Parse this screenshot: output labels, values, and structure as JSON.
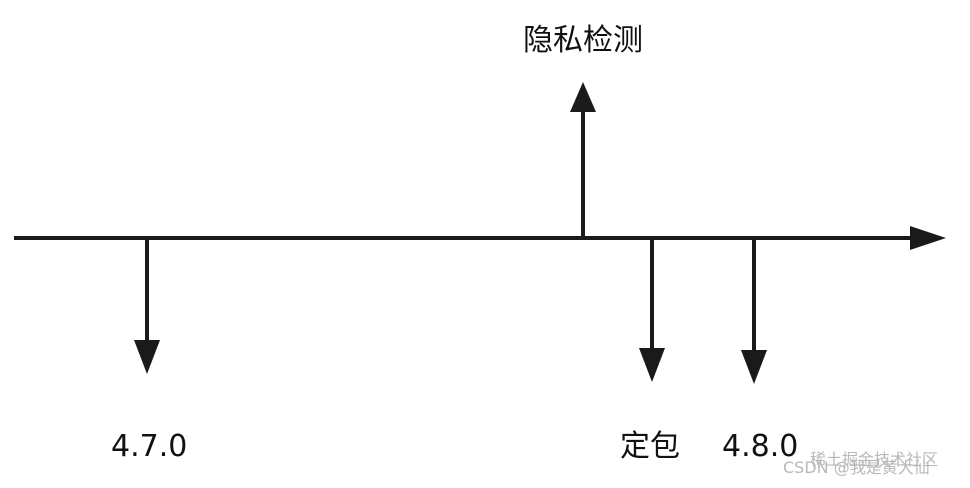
{
  "labels": {
    "privacy_check": "隐私检测",
    "v470": "4.7.0",
    "freeze": "定包",
    "v480": "4.8.0"
  },
  "watermarks": {
    "juejin": "稀土掘金技术社区",
    "csdn": "CSDN @我是黄大仙"
  },
  "colors": {
    "line": "#1a1a1a",
    "text": "#111111",
    "watermark": "#b9b9b9"
  }
}
